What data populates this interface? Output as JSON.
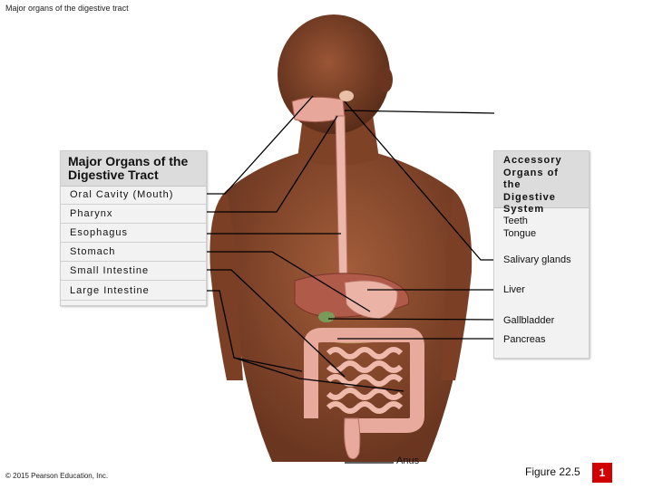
{
  "slide_title": "Major organs of the digestive tract",
  "left_box": {
    "heading": "Major Organs of the Digestive Tract",
    "items": [
      "Oral Cavity (Mouth)",
      "Pharynx",
      "Esophagus",
      "Stomach",
      "Small Intestine",
      "Large Intestine"
    ]
  },
  "right_box": {
    "heading_lines": [
      "Accessory",
      "Organs of the",
      "Digestive",
      "System"
    ],
    "items": [
      "Teeth",
      "Tongue",
      "Salivary glands",
      "Liver",
      "Gallbladder",
      "Pancreas"
    ]
  },
  "anus_label": "Anus",
  "copyright": "© 2015 Pearson Education, Inc.",
  "figure_number": "Figure 22.5",
  "page_number": "1",
  "colors": {
    "skin": "#8a4a2c",
    "badge": "#d10000",
    "organ": "#e9b4a8"
  }
}
